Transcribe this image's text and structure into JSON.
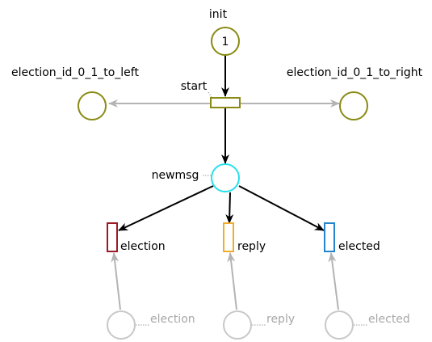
{
  "colors": {
    "olive": "#8a8a14",
    "cyan": "#26e0ec",
    "election": "#9c1a24",
    "reply": "#f2ac2c",
    "elected": "#2484cc",
    "black_arc": "#000000",
    "grey_arc": "#b4b4b4",
    "ghost": "#c8c8c8",
    "dotted": "#a0a0a0"
  },
  "places": {
    "init": {
      "label": "init",
      "tokens": "1"
    },
    "left": {
      "label": "election_id_0_1_to_left"
    },
    "right": {
      "label": "election_id_0_1_to_right"
    },
    "newmsg": {
      "label": "newmsg"
    },
    "ghost_election": {
      "label": "election"
    },
    "ghost_reply": {
      "label": "reply"
    },
    "ghost_elected": {
      "label": "elected"
    }
  },
  "transitions": {
    "start": {
      "label": "start"
    },
    "election": {
      "label": "election"
    },
    "reply": {
      "label": "reply"
    },
    "elected": {
      "label": "elected"
    }
  }
}
